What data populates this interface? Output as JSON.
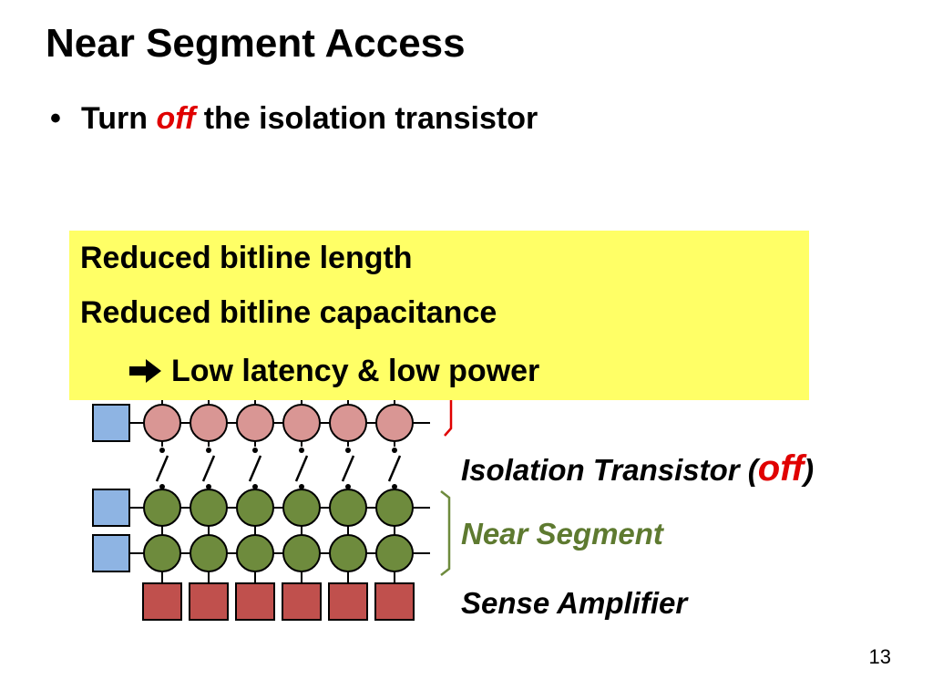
{
  "slide": {
    "title": "Near Segment Access",
    "bullet": {
      "prefix": "Turn",
      "emphasis": "off",
      "suffix": "the isolation transistor"
    },
    "callout": {
      "line1": "Reduced bitline length",
      "line2": "Reduced bitline capacitance",
      "line3": "Low latency & low power",
      "arrow_icon": "right-arrow-icon",
      "color": "#ffff66"
    },
    "labels": {
      "isolation_prefix": "Isolation Transistor (",
      "isolation_state": "off",
      "isolation_suffix": ")",
      "near_segment": "Near Segment",
      "sense_amplifier": "Sense Amplifier"
    },
    "page_number": "13"
  },
  "colors": {
    "far_cell": "#d99694",
    "near_cell": "#6e8b3d",
    "wordline_driver": "#8eb4e3",
    "sense_amp": "#c0504d",
    "emphasis_red": "#e00000",
    "near_label": "#5e7a30"
  },
  "diagram": {
    "columns": 6,
    "far_rows_visible": 1,
    "near_rows": 2
  }
}
